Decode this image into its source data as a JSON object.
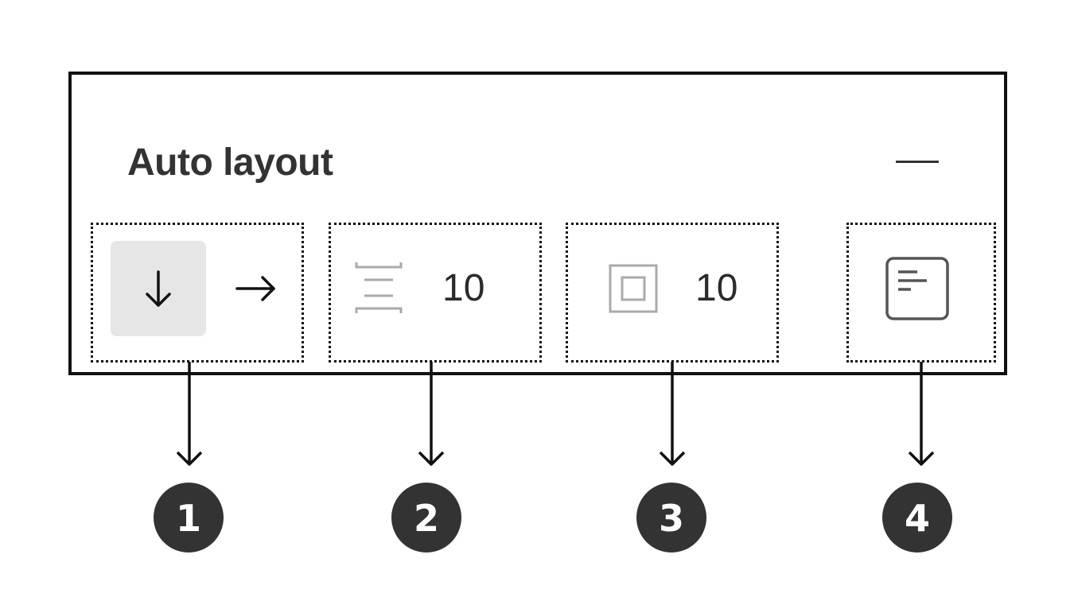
{
  "panel": {
    "title": "Auto layout",
    "remove_icon": "minus-icon"
  },
  "direction": {
    "options": [
      {
        "icon": "arrow-down-icon",
        "selected": true
      },
      {
        "icon": "arrow-right-icon",
        "selected": false
      }
    ]
  },
  "spacing": {
    "icon": "vertical-spacing-icon",
    "value": "10"
  },
  "padding": {
    "icon": "padding-square-icon",
    "value": "10"
  },
  "alignment": {
    "icon": "align-left-text-icon"
  },
  "callouts": {
    "labels": [
      "1",
      "2",
      "3",
      "4"
    ],
    "badge_color": "#333333",
    "badge_text_color": "#ffffff"
  },
  "colors": {
    "selected_bg": "#e6e6e6",
    "muted_icon": "#aaaaaa",
    "text": "#2b2b2b",
    "border": "#111111"
  }
}
